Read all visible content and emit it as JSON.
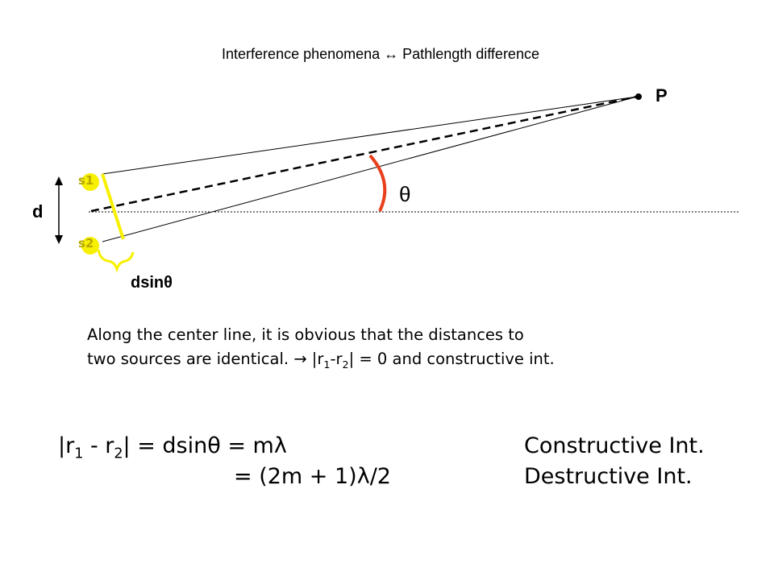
{
  "title": "Interference phenomena ↔ Pathlength difference",
  "labels": {
    "point": "P",
    "separation": "d",
    "path_difference": "dsinθ",
    "angle": "θ",
    "source1": "s1",
    "source2": "s2"
  },
  "text": {
    "line1": "Along the center line, it is obvious that the distances to",
    "line2_start": "two sources are identical.  → |r",
    "sub1": "1",
    "dash": "-r",
    "sub2": "2",
    "line2_end": "| = 0 and constructive int."
  },
  "equations": {
    "eq1_a": "|r",
    "eq1_sub1": "1",
    "eq1_b": " - r",
    "eq1_sub2": "2",
    "eq1_c": "| = dsinθ = mλ",
    "eq2": "= (2m + 1)λ/2",
    "condition1": "Constructive Int.",
    "condition2": "Destructive Int."
  },
  "colors": {
    "arc": "#e8401c",
    "highlight": "#f7f000",
    "source_label": "#b8a800",
    "line": "#000000"
  }
}
